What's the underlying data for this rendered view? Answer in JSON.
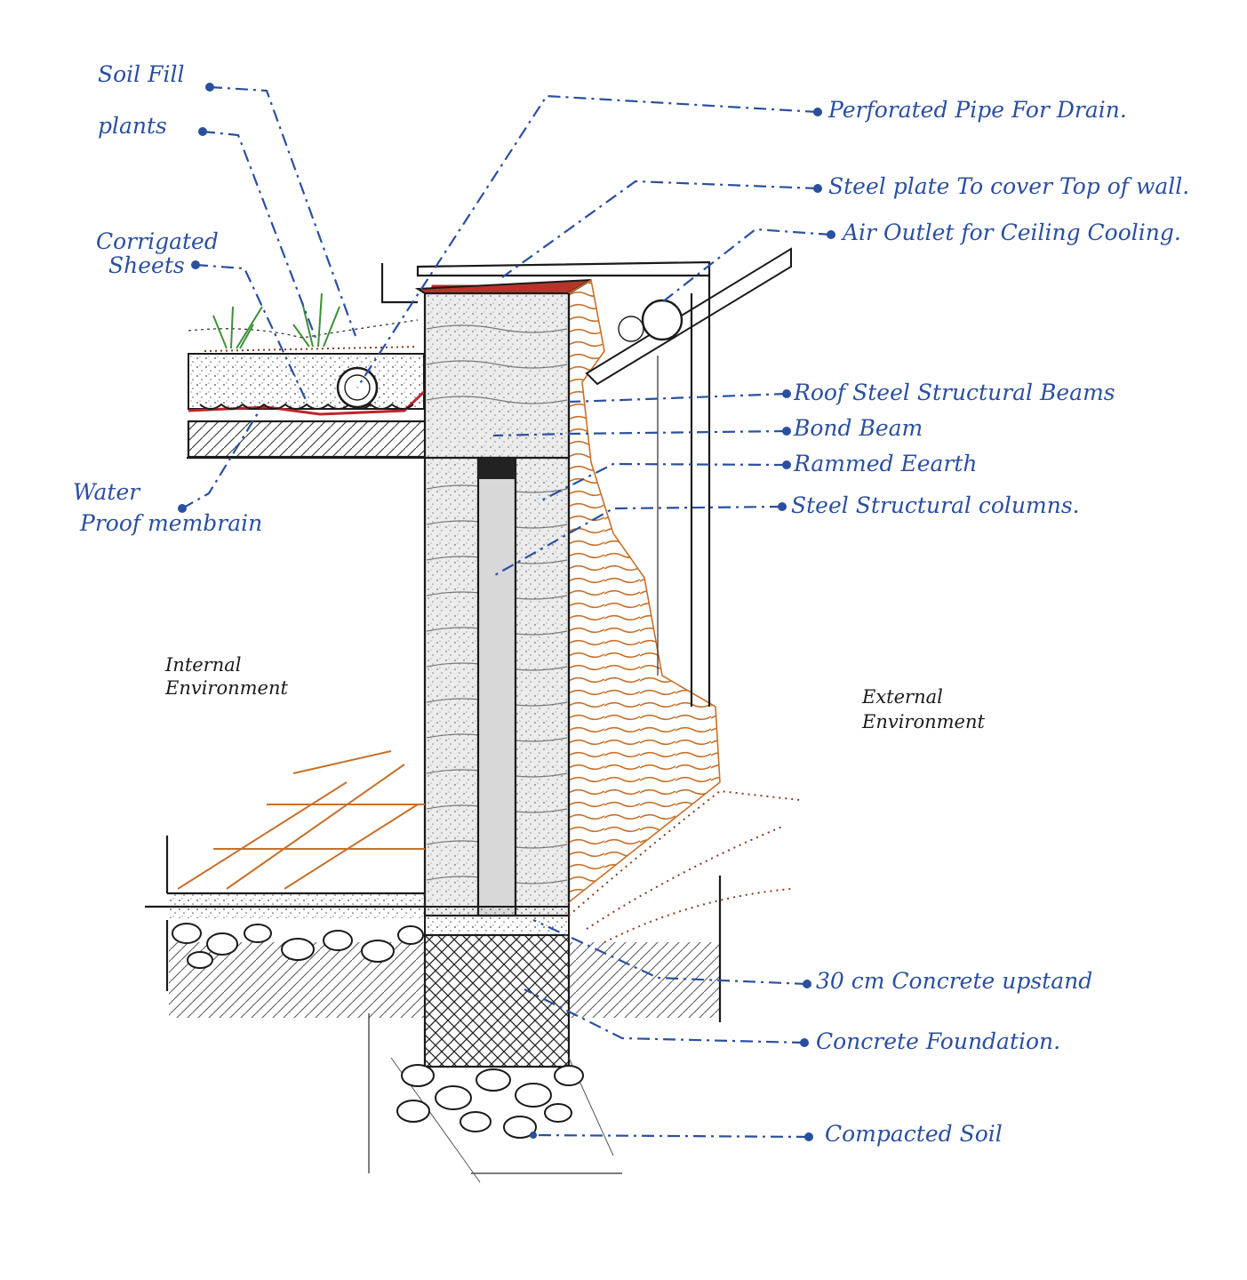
{
  "labels_left": {
    "soil_fill": "Soil Fill",
    "plants": "plants",
    "corrigated_line1": "Corrigated",
    "corrigated_line2": "Sheets",
    "water_line1": "Water",
    "water_line2": "Proof membrain"
  },
  "labels_right": {
    "perforated_pipe": "Perforated Pipe For Drain.",
    "steel_plate": "Steel plate To cover Top of wall.",
    "air_outlet": "Air Outlet for Ceiling Cooling.",
    "roof_beams": "Roof Steel Structural Beams",
    "bond_beam": "Bond Beam",
    "rammed_earth": "Rammed Eearth",
    "steel_columns": "Steel Structural columns.",
    "concrete_upstand": "30 cm Concrete upstand",
    "concrete_foundation": "Concrete Foundation.",
    "compacted_soil": "Compacted Soil"
  },
  "environments": {
    "internal_line1": "Internal",
    "internal_line2": "Environment",
    "external_line1": "External",
    "external_line2": "Environment"
  },
  "colors": {
    "annotation_blue": "#2a4fa0",
    "ink": "#1a1a1a",
    "rammed_earth_orange": "#c7712a",
    "membrane_red": "#c0232b",
    "plant_green": "#3f8f3a"
  }
}
